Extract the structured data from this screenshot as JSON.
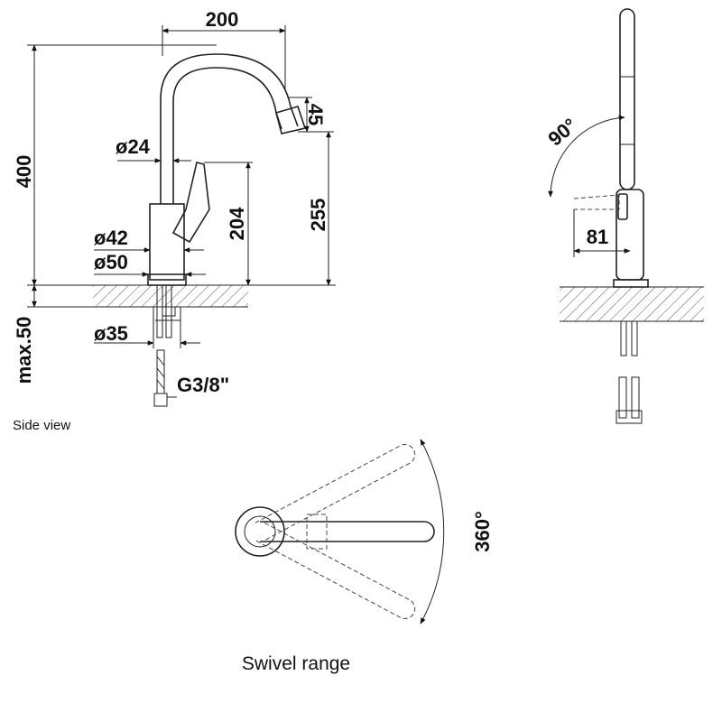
{
  "side_view": {
    "caption": "Side view",
    "dim_width": "200",
    "dim_height": "400",
    "dim_spout_tilt": "45",
    "dim_spout_diameter": "ø24",
    "dim_lever_height": "204",
    "dim_spout_height": "255",
    "dim_body_diameter": "ø42",
    "dim_base_diameter": "ø50",
    "dim_hole_diameter": "ø35",
    "dim_max_thickness": "max.50",
    "dim_connection": "G3/8\""
  },
  "front_view": {
    "dim_angle": "90°",
    "dim_lever_reach": "81"
  },
  "swivel_view": {
    "caption": "Swivel range",
    "dim_angle": "360°"
  }
}
